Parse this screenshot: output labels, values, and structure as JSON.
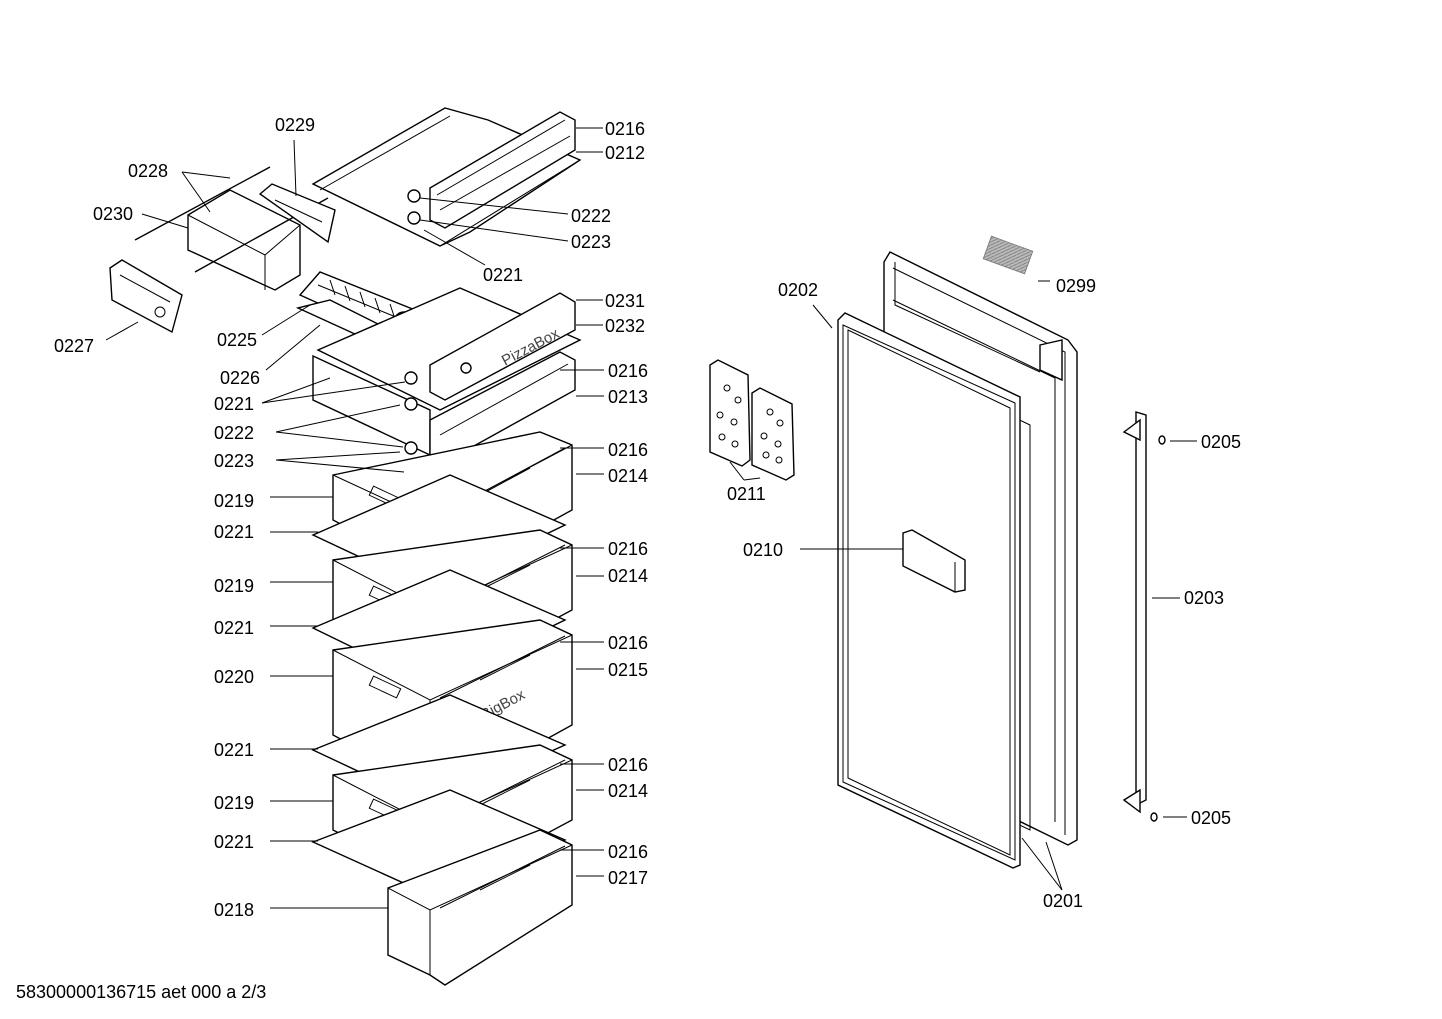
{
  "footer": "58300000136715 aet 000 a 2/3",
  "embossed": {
    "pizza_box": "PizzaBox",
    "big_box": "BigBox"
  },
  "labels": {
    "0229": "0229",
    "0228": "0228",
    "0230": "0230",
    "0227": "0227",
    "0225": "0225",
    "0226": "0226",
    "0221a": "0221",
    "0222a": "0222",
    "0223a": "0223",
    "0219a": "0219",
    "0221b": "0221",
    "0219b": "0219",
    "0221c": "0221",
    "0220": "0220",
    "0221d": "0221",
    "0219c": "0219",
    "0221e": "0221",
    "0218": "0218",
    "0216a": "0216",
    "0212": "0212",
    "0222b": "0222",
    "0223b": "0223",
    "0221f": "0221",
    "0231": "0231",
    "0232": "0232",
    "0216b": "0216",
    "0213": "0213",
    "0216c": "0216",
    "0214a": "0214",
    "0216d": "0216",
    "0214b": "0214",
    "0216e": "0216",
    "0215": "0215",
    "0216f": "0216",
    "0214c": "0214",
    "0216g": "0216",
    "0217": "0217",
    "0202": "0202",
    "0299": "0299",
    "0211": "0211",
    "0210": "0210",
    "0205a": "0205",
    "0203": "0203",
    "0205b": "0205",
    "0201": "0201"
  }
}
